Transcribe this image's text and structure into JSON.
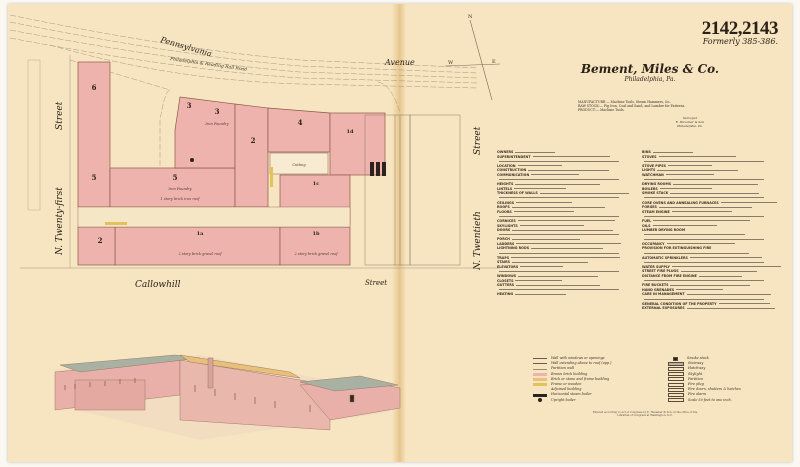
{
  "sheet": {
    "number": "2142,2143",
    "formerly": "Formerly 385-386."
  },
  "title": {
    "name": "Bement, Miles & Co.",
    "city": "Philadelphia, Pa."
  },
  "manufacture": [
    "MANUFACTURE:— Machine Tools, Steam Hammers, &c.",
    "RAW STOCK:— Pig Iron, Coal and Sand, and Lumber for Patterns.",
    "PRODUCT:— Machine Tools."
  ],
  "survey": [
    "Surveyed",
    "E. Hexamer & Son",
    "Philadelphia, Pa."
  ],
  "streets": {
    "pennsylvania": "Pennsylvania",
    "avenue": "Avenue",
    "railroad": "Philadelphia & Reading Rail Road",
    "twenty_first": "N. Twenty-first",
    "twenty_first_street": "Street",
    "twentieth": "N. Twentieth",
    "twentieth_street": "Street",
    "callowhill": "Callowhill",
    "callowhill_street": "Street"
  },
  "buildings": {
    "b6": "6",
    "b5": "5",
    "b3a": "3",
    "b3b": "3",
    "b2": "2",
    "b4": "4",
    "b1d": "1d",
    "b1c": "1c",
    "b1b": "1b",
    "b1a": "1a",
    "b2s": "2",
    "foundry": "Iron Foundry",
    "cutting": "Cutting",
    "desc1": "2 story brick gravel roof",
    "desc2": "1 story brick iron roof"
  },
  "compass": {
    "north": "N",
    "west": "W",
    "east": "E"
  },
  "left_column": [
    "OWNERS",
    "SUPERINTENDENT",
    "LOCATION",
    "CONSTRUCTION",
    "COMMUNICATION",
    "HEIGHTS",
    "LINTELS",
    "THICKNESS OF WALLS",
    "CEILINGS",
    "ROOFS",
    "FLOORS",
    "CORNICES",
    "SKYLIGHTS",
    "DOORS",
    "PORCH",
    "LADDERS",
    "LIGHTNING RODS",
    "TRAPS",
    "STAIRS",
    "ELEVATORS",
    "WINDOWS",
    "CLOSETS",
    "GUTTERS",
    "HEATING"
  ],
  "right_column": [
    "BINS",
    "STOVES",
    "STOVE PIPES",
    "LIGHTS",
    "WATCHMAN",
    "DRYING ROOMS",
    "BOILERS",
    "SMOKE STACK",
    "CORE OVENS AND ANNEALING FURNACES",
    "FORGES",
    "STEAM ENGINE",
    "FUEL",
    "OILS",
    "LUMBER DRYING ROOM",
    "OCCUPANCY",
    "PROVISION FOR EXTINGUISHING FIRE",
    "AUTOMATIC SPRINKLERS",
    "WATER SUPPLY",
    "STREET FIRE PLUGS",
    "DISTANCE FROM FIRE ENGINE",
    "FIRE BUCKETS",
    "HAND GRENADES",
    "CARE IN MANAGEMENT",
    "GENERAL CONDITION OF THE PROPERTY",
    "EXTERNAL EXPOSURES"
  ],
  "legend_left": [
    {
      "label": "Wall with windows or openings",
      "color": "#6a5a48"
    },
    {
      "label": "Wall extending above to roof (opp.)",
      "color": "#6a5a48"
    },
    {
      "label": "Partition wall",
      "color": "#9a8a70"
    },
    {
      "label": "Brown brick building",
      "color": "#efb3ad"
    },
    {
      "label": "Brick or stone and frame building",
      "color": "#e8c07a"
    },
    {
      "label": "Frame or wooden",
      "color": "#e2c35a"
    },
    {
      "label": "Adjoined building",
      "color": "#f3e4c4"
    },
    {
      "label": "Horizontal steam boiler",
      "color": "#2a241c"
    },
    {
      "label": "Upright boiler",
      "color": "#2a241c"
    }
  ],
  "legend_right": [
    "Smoke stack",
    "Stairway",
    "Hatchway",
    "Skylight",
    "Partition",
    "Fire plug",
    "Fire doors, shutters & hatches",
    "Fire alarm",
    "Scale 50 feet to one inch."
  ],
  "printer": "Entered according to Act of Congress by E. Hexamer & Son, in the office of the Librarian of Congress at Washington, D.C.",
  "colors": {
    "paper": "#f7e4c0",
    "brick": "#efb3ad",
    "outline": "#8a5a4a",
    "frame": "#e2c35a"
  }
}
